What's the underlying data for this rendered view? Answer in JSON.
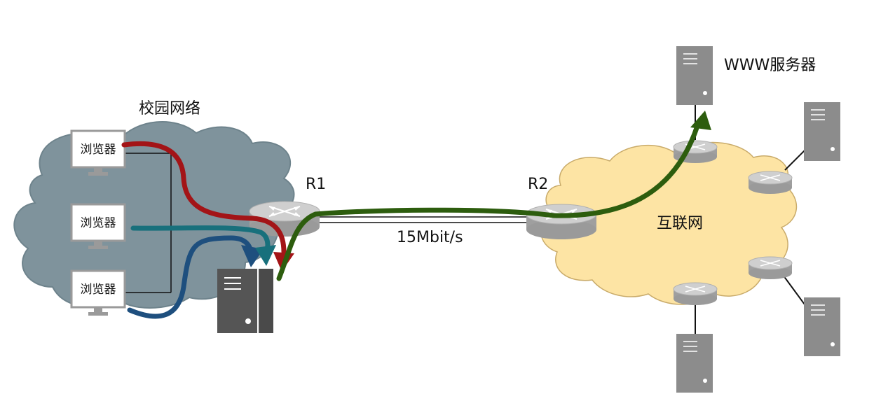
{
  "campus": {
    "label": "校园网络"
  },
  "internet": {
    "label": "互联网"
  },
  "browsers": [
    {
      "label": "浏览器"
    },
    {
      "label": "浏览器"
    },
    {
      "label": "浏览器"
    }
  ],
  "routers": {
    "r1": {
      "label": "R1"
    },
    "r2": {
      "label": "R2"
    }
  },
  "link": {
    "bandwidth": "15Mbit/s"
  },
  "www_server": {
    "label": "WWW服务器"
  },
  "colors": {
    "campus_cloud": "#7f939c",
    "internet_cloud": "#fde4a4",
    "flow_red": "#a31417",
    "flow_teal": "#18707c",
    "flow_blue": "#1e4f7e",
    "flow_green": "#2d5d0e",
    "router": "#a8a8a8",
    "server_dark": "#555555",
    "server_light": "#8e8e8e"
  },
  "icons": [
    "cloud-icon",
    "router-icon",
    "server-icon",
    "monitor-icon"
  ]
}
